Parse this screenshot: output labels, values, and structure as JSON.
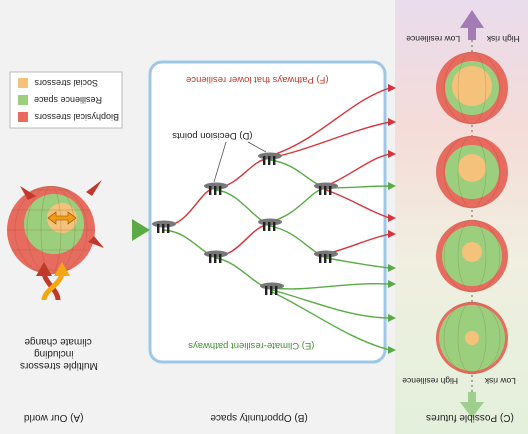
{
  "panels": {
    "our_world": "(A) Our world",
    "opportunity_space": "(B) Opportunity space",
    "possible_futures": "(C) Possible futures"
  },
  "stressors_text": [
    "Multiple stressors",
    "including",
    "climate change"
  ],
  "legend": {
    "items": [
      {
        "label": "Social stressors",
        "color": "#f4c27a"
      },
      {
        "label": "Resilience space",
        "color": "#9ccf7d"
      },
      {
        "label": "Biophysical stressors",
        "color": "#e86b5f"
      }
    ]
  },
  "labels": {
    "decision_points": "(D) Decision points",
    "lower_resilience": "(F) Pathways that lower resilience",
    "climate_resilient": "(E) Climate-resilient pathways",
    "low_resilience": "Low resilience",
    "high_risk": "High risk",
    "high_resilience": "High resilience",
    "low_risk": "Low risk"
  },
  "colors": {
    "biophysical": "#e86b5f",
    "resilience": "#9ccf7d",
    "social": "#f4c27a",
    "red_path": "#d4343a",
    "green_path": "#5aab45",
    "box_border": "#9cc8e6",
    "arrow_up": "#a37bb5",
    "arrow_down": "#9fcf8e"
  }
}
